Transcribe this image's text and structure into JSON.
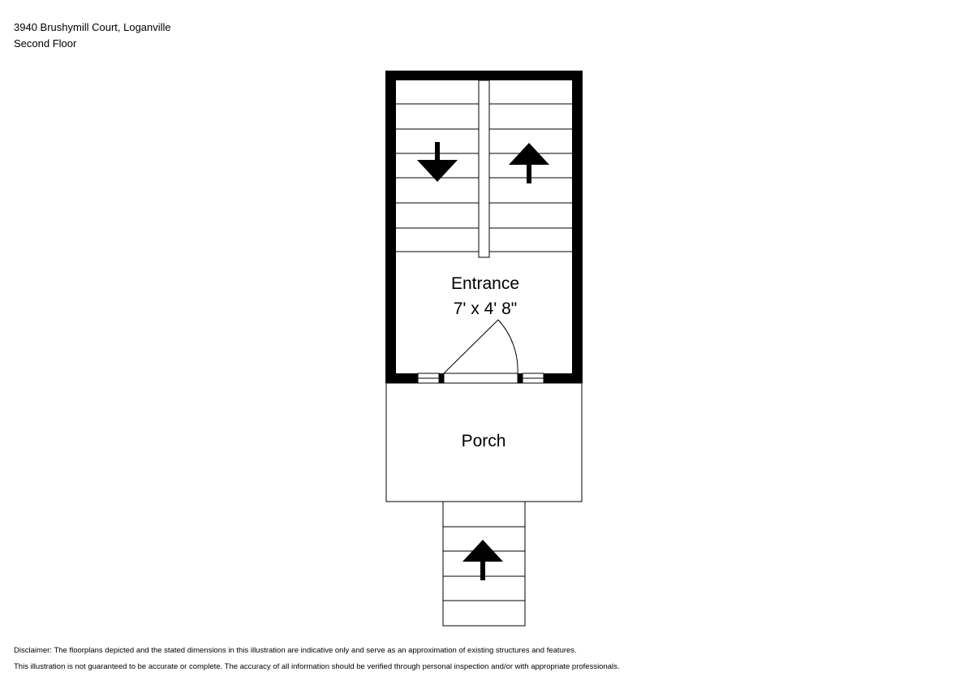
{
  "header": {
    "address": "3940 Brushymill Court, Loganville",
    "floor": "Second Floor"
  },
  "rooms": {
    "entrance": {
      "name": "Entrance",
      "dimensions": "7' x 4' 8\""
    },
    "porch": {
      "name": "Porch"
    }
  },
  "disclaimer": {
    "line1": "Disclaimer: The floorplans depicted and the stated dimensions in this illustration are indicative only and serve as an approximation of existing structures and features.",
    "line2": "This illustration is not guaranteed to be accurate or complete. The accuracy of all information should be verified through personal inspection and/or with appropriate professionals."
  },
  "icons": {
    "stair_down": "arrow-down-icon",
    "stair_up": "arrow-up-icon"
  },
  "colors": {
    "wall": "#000000",
    "background": "#ffffff"
  }
}
